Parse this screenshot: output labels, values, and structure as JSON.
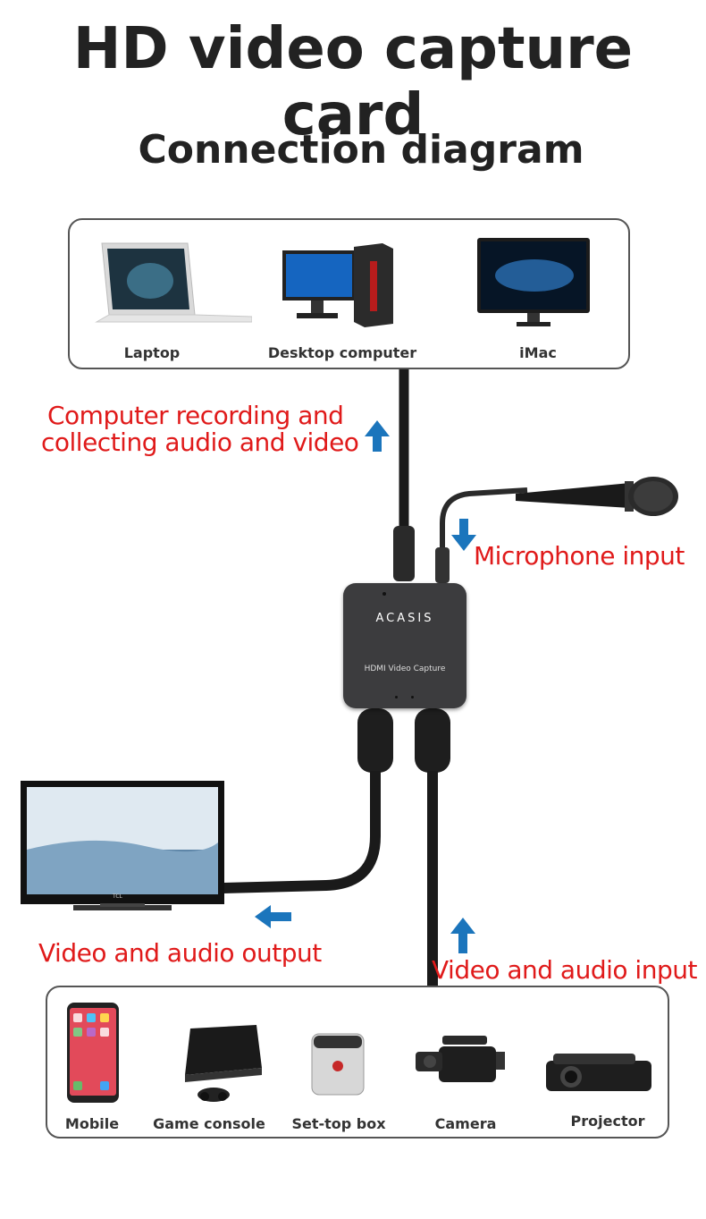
{
  "title": "HD video capture card",
  "subtitle": "Connection diagram",
  "top_devices": [
    {
      "label": "Laptop"
    },
    {
      "label": "Desktop computer"
    },
    {
      "label": "iMac"
    }
  ],
  "bottom_devices": [
    {
      "label": "Mobile"
    },
    {
      "label": "Game console"
    },
    {
      "label": "Set-top box"
    },
    {
      "label": "Camera"
    },
    {
      "label": "Projector"
    }
  ],
  "annotations": {
    "recording_line1": "Computer recording and",
    "recording_line2": "collecting audio and video",
    "microphone": "Microphone input",
    "output": "Video and audio output",
    "input": "Video and audio input"
  },
  "device": {
    "brand": "ACASIS",
    "model_text": "HDMI Video Capture",
    "tv_brand": "TCL"
  },
  "colors": {
    "arrow": "#1b75bc",
    "label_red": "#e01a1a",
    "cable": "#1a1a1a"
  }
}
